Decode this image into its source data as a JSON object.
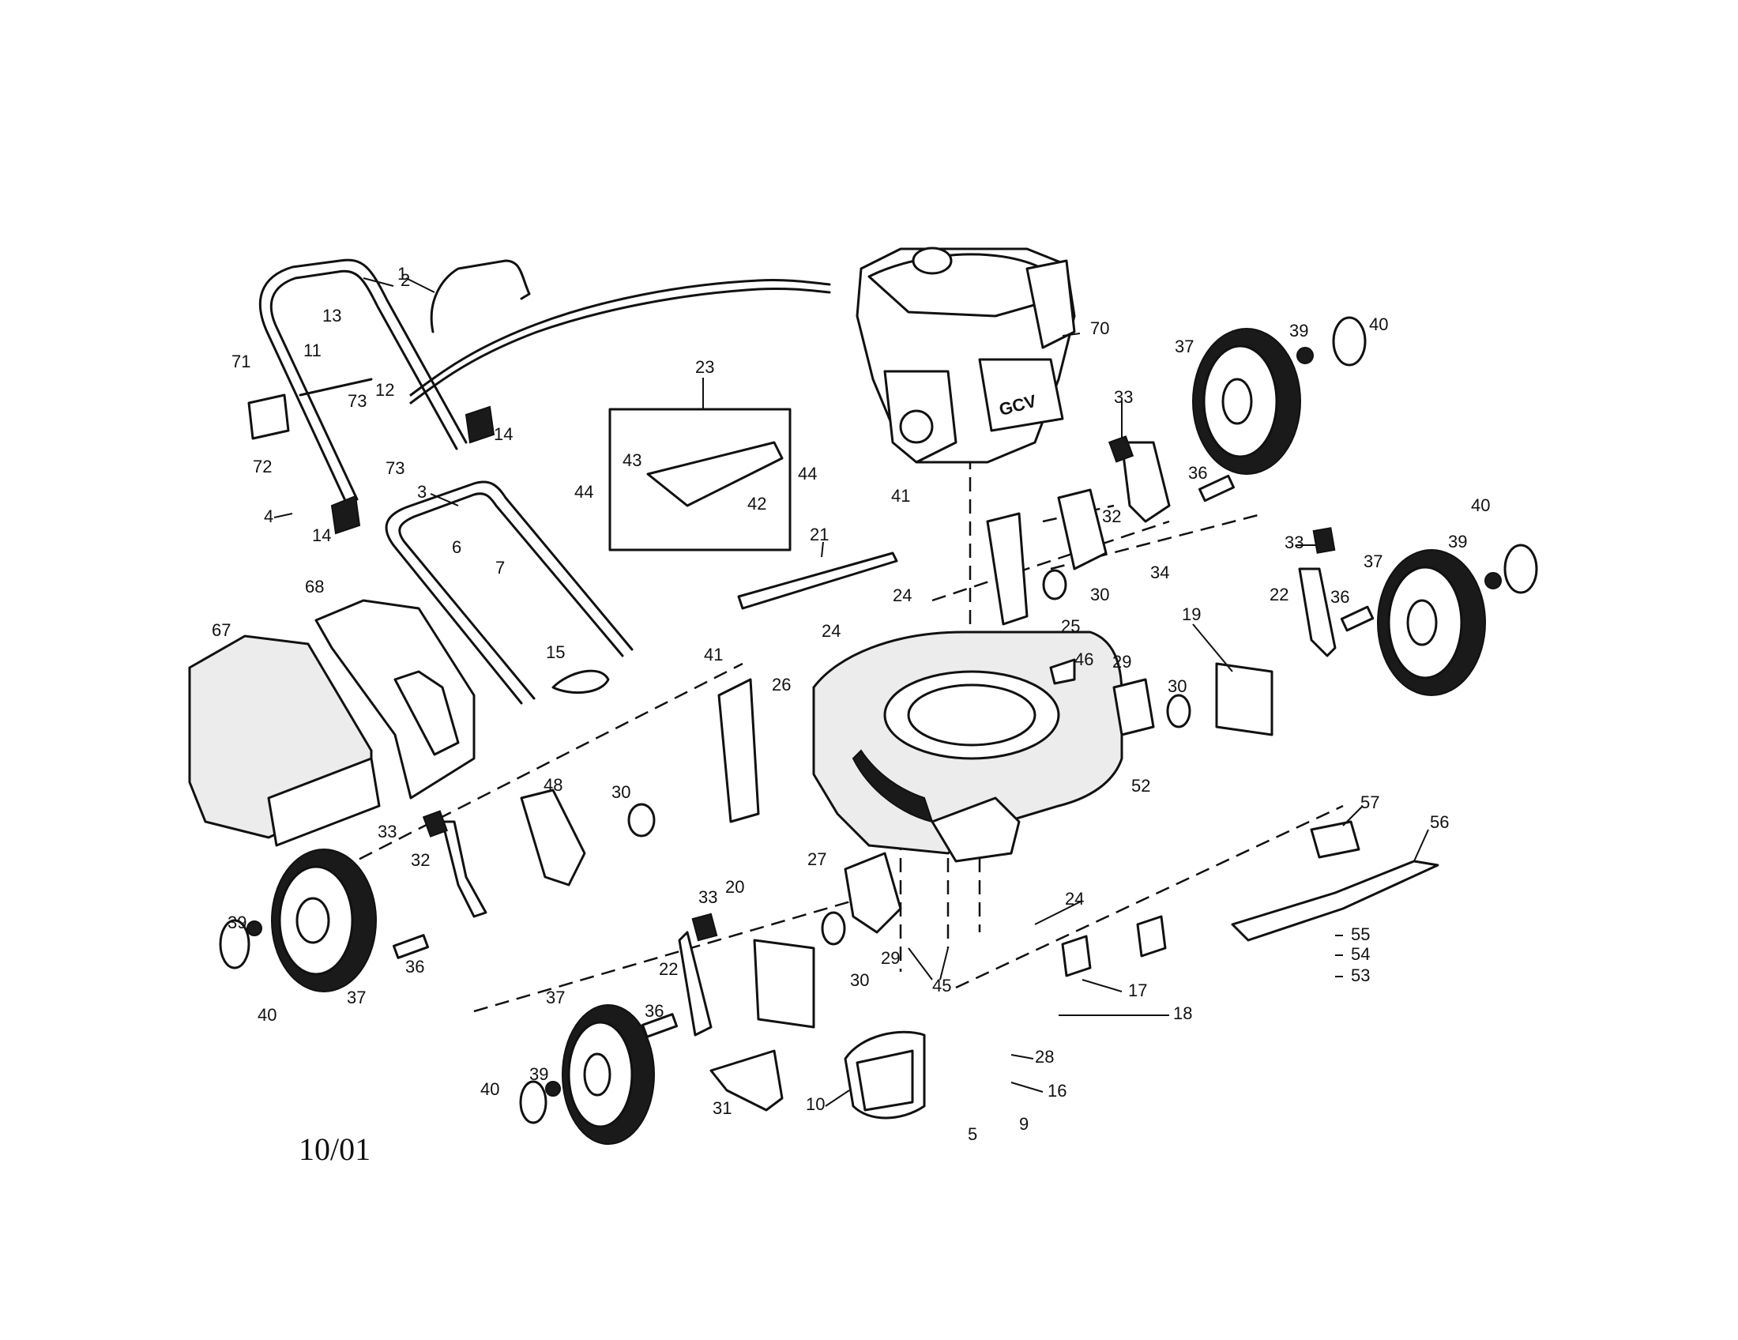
{
  "date_code": "10/01",
  "engine_badge": "GCV",
  "labels": {
    "p1": "1",
    "p2": "2",
    "p3": "3",
    "p4": "4",
    "p5": "5",
    "p6": "6",
    "p7": "7",
    "p9": "9",
    "p10": "10",
    "p11": "11",
    "p12": "12",
    "p13": "13",
    "p14a": "14",
    "p14b": "14",
    "p15": "15",
    "p16": "16",
    "p17": "17",
    "p18": "18",
    "p19": "19",
    "p20": "20",
    "p21": "21",
    "p22a": "22",
    "p22b": "22",
    "p23": "23",
    "p24a": "24",
    "p24b": "24",
    "p24c": "24",
    "p25": "25",
    "p26": "26",
    "p27": "27",
    "p28": "28",
    "p29a": "29",
    "p29b": "29",
    "p30a": "30",
    "p30b": "30",
    "p30c": "30",
    "p30d": "30",
    "p31": "31",
    "p32a": "32",
    "p32b": "32",
    "p33a": "33",
    "p33b": "33",
    "p33c": "33",
    "p33d": "33",
    "p34": "34",
    "p36a": "36",
    "p36b": "36",
    "p36c": "36",
    "p36d": "36",
    "p37a": "37",
    "p37b": "37",
    "p37c": "37",
    "p37d": "37",
    "p39a": "39",
    "p39b": "39",
    "p39c": "39",
    "p39d": "39",
    "p40a": "40",
    "p40b": "40",
    "p40c": "40",
    "p40d": "40",
    "p41a": "41",
    "p41b": "41",
    "p42": "42",
    "p43": "43",
    "p44a": "44",
    "p44b": "44",
    "p45": "45",
    "p46": "46",
    "p48": "48",
    "p52": "52",
    "p53": "53",
    "p54": "54",
    "p55": "55",
    "p56": "56",
    "p57": "57",
    "p67": "67",
    "p68": "68",
    "p70": "70",
    "p71": "71",
    "p72": "72",
    "p73a": "73",
    "p73b": "73"
  }
}
